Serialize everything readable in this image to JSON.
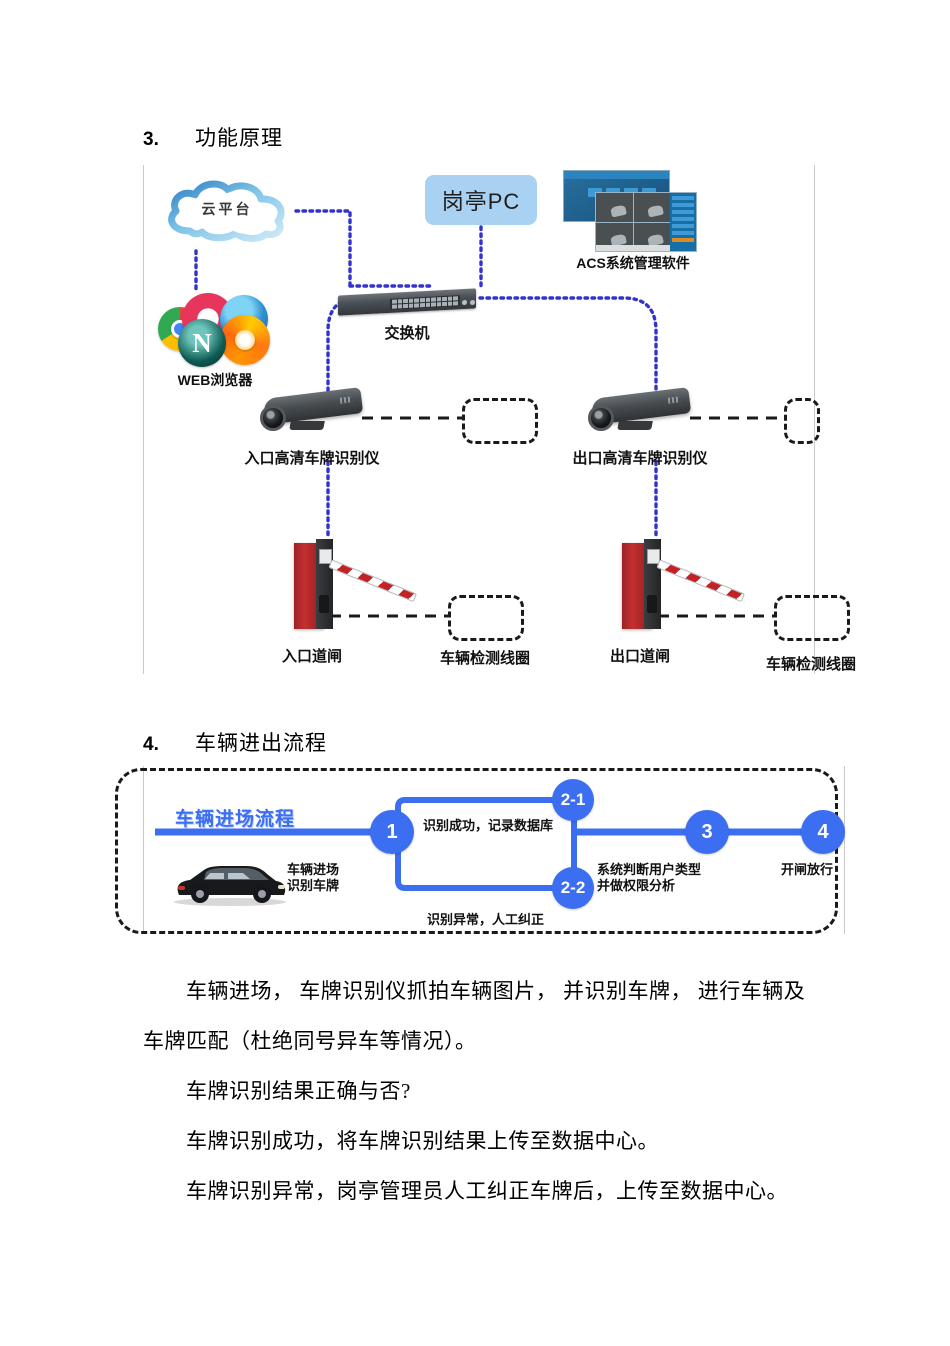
{
  "sections": [
    {
      "num": "3.",
      "title": "功能原理"
    },
    {
      "num": "4.",
      "title": "车辆进出流程"
    }
  ],
  "figure_topology": {
    "cloud_label": "云平台",
    "browser_label": "WEB浏览器",
    "browser_icons": [
      "chrome-icon",
      "opera-icon",
      "internet-explorer-icon",
      "firefox-icon",
      "netscape-icon"
    ],
    "pc_box_label": "岗亭PC",
    "acs_label": "ACS系统管理软件",
    "switch_label": "交换机",
    "entry_camera_label": "入口高清车牌识别仪",
    "exit_camera_label": "出口高清车牌识别仪",
    "entry_gate_label": "入口道闸",
    "exit_gate_label": "出口道闸",
    "entry_loop_label": "车辆检测线圈",
    "exit_loop_label": "车辆检测线圈",
    "colors": {
      "network_link": "#3333cc",
      "io_link": "#1a1a1a",
      "pc_box_fill": "#a9d2f2",
      "gate_red": "#c3302f"
    }
  },
  "figure_flow": {
    "title": "车辆进场流程",
    "accent": "#3b6ef0",
    "steps": [
      {
        "id": "1",
        "caption_line1": "车辆进场",
        "caption_line2": "识别车牌"
      },
      {
        "id": "2-1",
        "caption_line1": "识别成功，记录数据库",
        "caption_line2": ""
      },
      {
        "id": "2-2",
        "caption_line1": "识别异常，人工纠正",
        "caption_line2": ""
      },
      {
        "id": "3",
        "caption_line1": "系统判断用户类型",
        "caption_line2": "并做权限分析"
      },
      {
        "id": "4",
        "caption_line1": "开闸放行",
        "caption_line2": ""
      }
    ],
    "vehicle_icon": "car-icon"
  },
  "body_paragraphs": [
    "车辆进场， 车牌识别仪抓拍车辆图片，  并识别车牌， 进行车辆及",
    "车牌匹配（杜绝同号异车等情况）。",
    "车牌识别结果正确与否?",
    "车牌识别成功，将车牌识别结果上传至数据中心。",
    "车牌识别异常，岗亭管理员人工纠正车牌后，上传至数据中心。"
  ]
}
